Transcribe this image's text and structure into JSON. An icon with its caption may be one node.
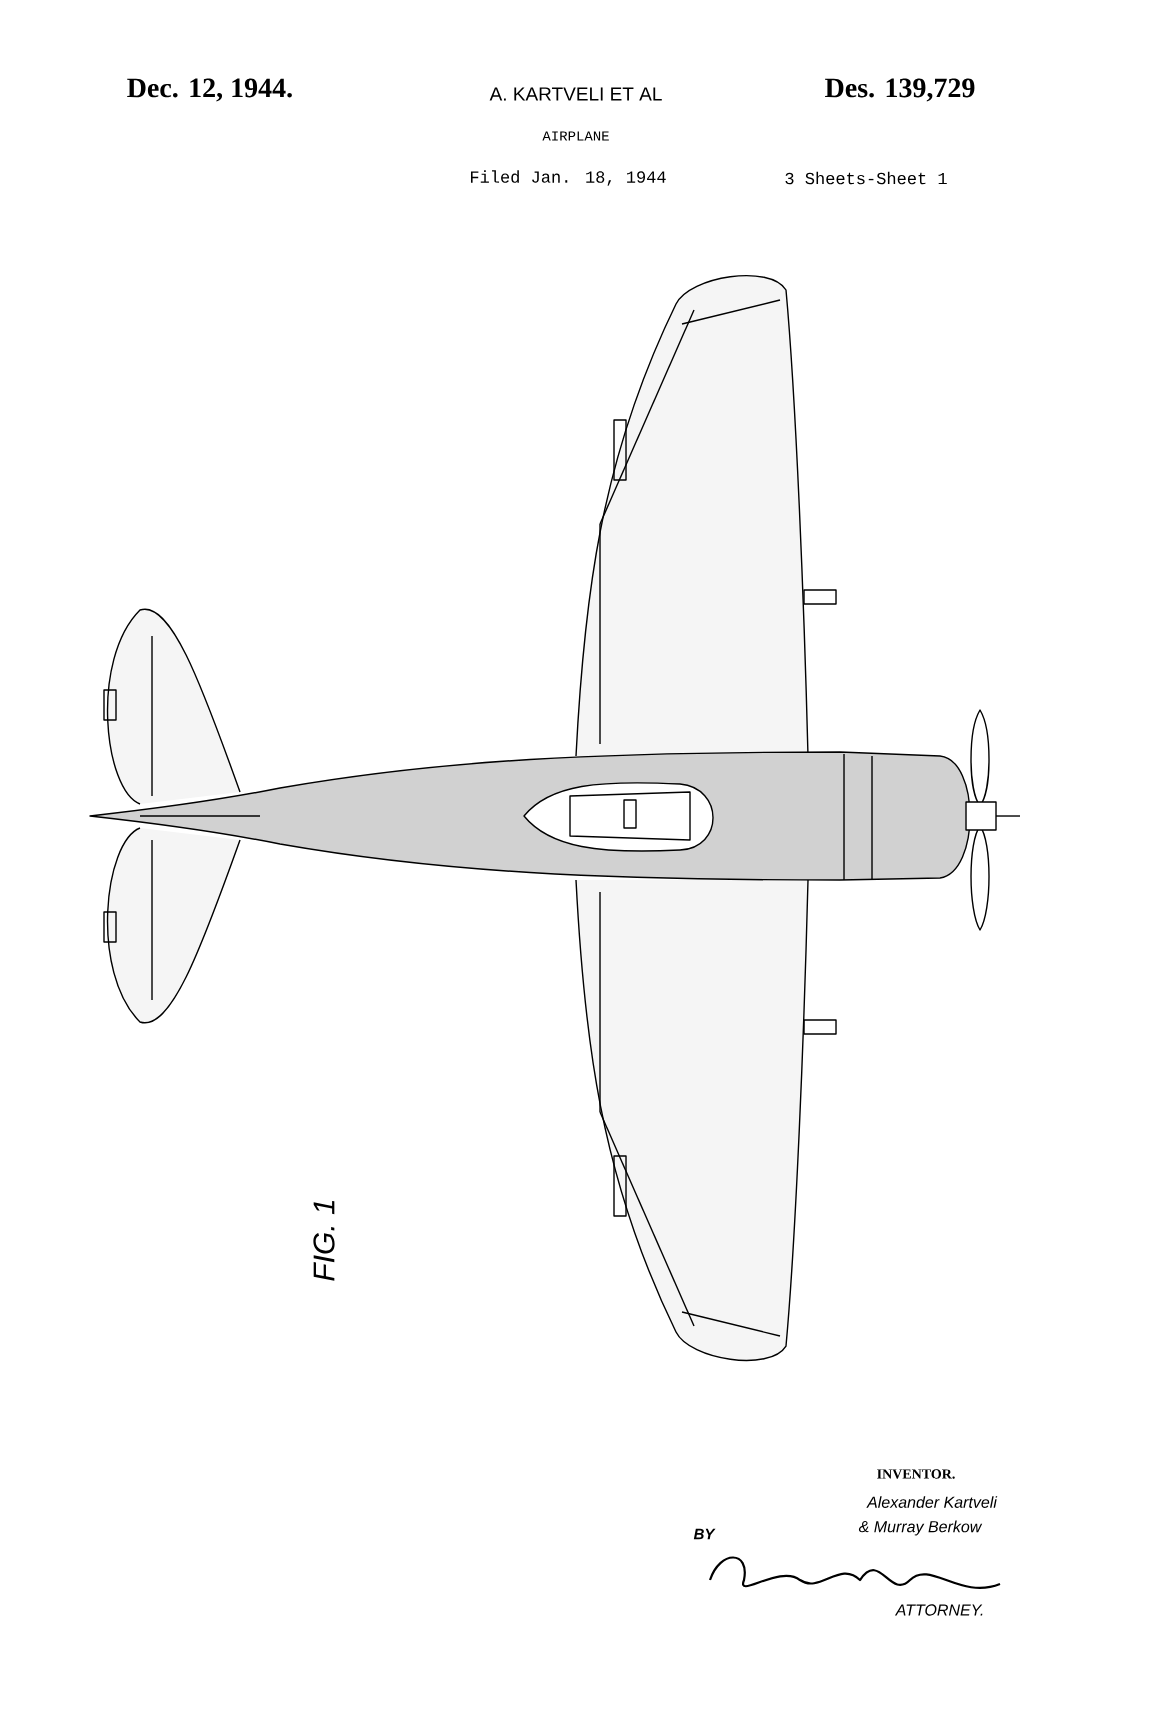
{
  "diagram": {
    "labels": [
      "Dec. 12, 1944.",
      "A. KARTVELI ET AL",
      "Des. 139,729",
      "AIRPLANE",
      "Filed Jan. 18, 1944",
      "3 Sheets-Sheet 1",
      "FIG. 1",
      "INVENTOR.",
      "Alexander Kartveli",
      "& Murray Berkow",
      "BY",
      "ATTORNEY."
    ]
  }
}
